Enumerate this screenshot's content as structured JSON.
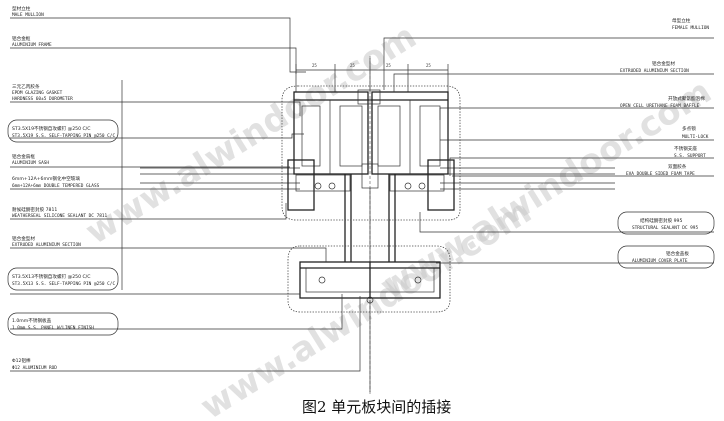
{
  "caption": "图2  单元板块间的插接",
  "watermark": "www.alwindoor.com",
  "dimensions": [
    "25",
    "25",
    "25",
    "25"
  ],
  "left_labels": [
    {
      "cn": "型材立柱",
      "en": "MALE MULLION"
    },
    {
      "cn": "铝合金框",
      "en": "ALUMINIUM FRAME"
    },
    {
      "cn": "三元乙丙胶条",
      "en": "EPDM GLAZING GASKET"
    },
    {
      "cn": "",
      "en": "HARDNESS 60±5 DUROMETER"
    },
    {
      "cn": "ST3.5X19不锈钢自攻螺钉 @250 C/C",
      "en": "ST3.5X19 S.S. SELF-TAPPING PIN @250 C/C"
    },
    {
      "cn": "铝合金扇框",
      "en": "ALUMINIUM SASH"
    },
    {
      "cn": "6mm+12A+6mm钢化中空玻璃",
      "en": "6mm+12A+6mm DOUBLE TEMPERED GLASS"
    },
    {
      "cn": "耐候硅酮密封胶 7811",
      "en": "WEATHERSEAL SILICONE SEALANT DC 7811"
    },
    {
      "cn": "铝合金型材",
      "en": "EXTRUDED ALUMINIUM SECTION"
    },
    {
      "cn": "ST3.5X13不锈钢自攻螺钉 @250 C/C",
      "en": "ST3.5X13 S.S. SELF-TAPPING PIN @250 C/C"
    },
    {
      "cn": "1.0mm不锈钢板盖",
      "en": "1.0mm S.S. PANEL W/LINEN FINISH"
    },
    {
      "cn": "Φ12铝棒",
      "en": "Φ12 ALUMINIUM ROD"
    }
  ],
  "right_labels": [
    {
      "cn": "母型立柱",
      "en": "FEMALE MULLION"
    },
    {
      "cn": "铝合金型材",
      "en": "EXTRUDED ALUMINIUM SECTION"
    },
    {
      "cn": "开放式聚氨酯泡棉",
      "en": "OPEN CELL URETHANE FOAM BAFFLE"
    },
    {
      "cn": "多点锁",
      "en": "MULTI-LOCK"
    },
    {
      "cn": "不锈钢支座",
      "en": "S.S. SUPPORT"
    },
    {
      "cn": "双面胶条",
      "en": "EVA DOUBLE SIDED FOAM TAPE"
    },
    {
      "cn": "结构硅酮密封胶 995",
      "en": "STRUCTURAL SEALANT DC 995"
    },
    {
      "cn": "铝合金盖板",
      "en": "ALUMINIUM COVER PLATE"
    }
  ]
}
